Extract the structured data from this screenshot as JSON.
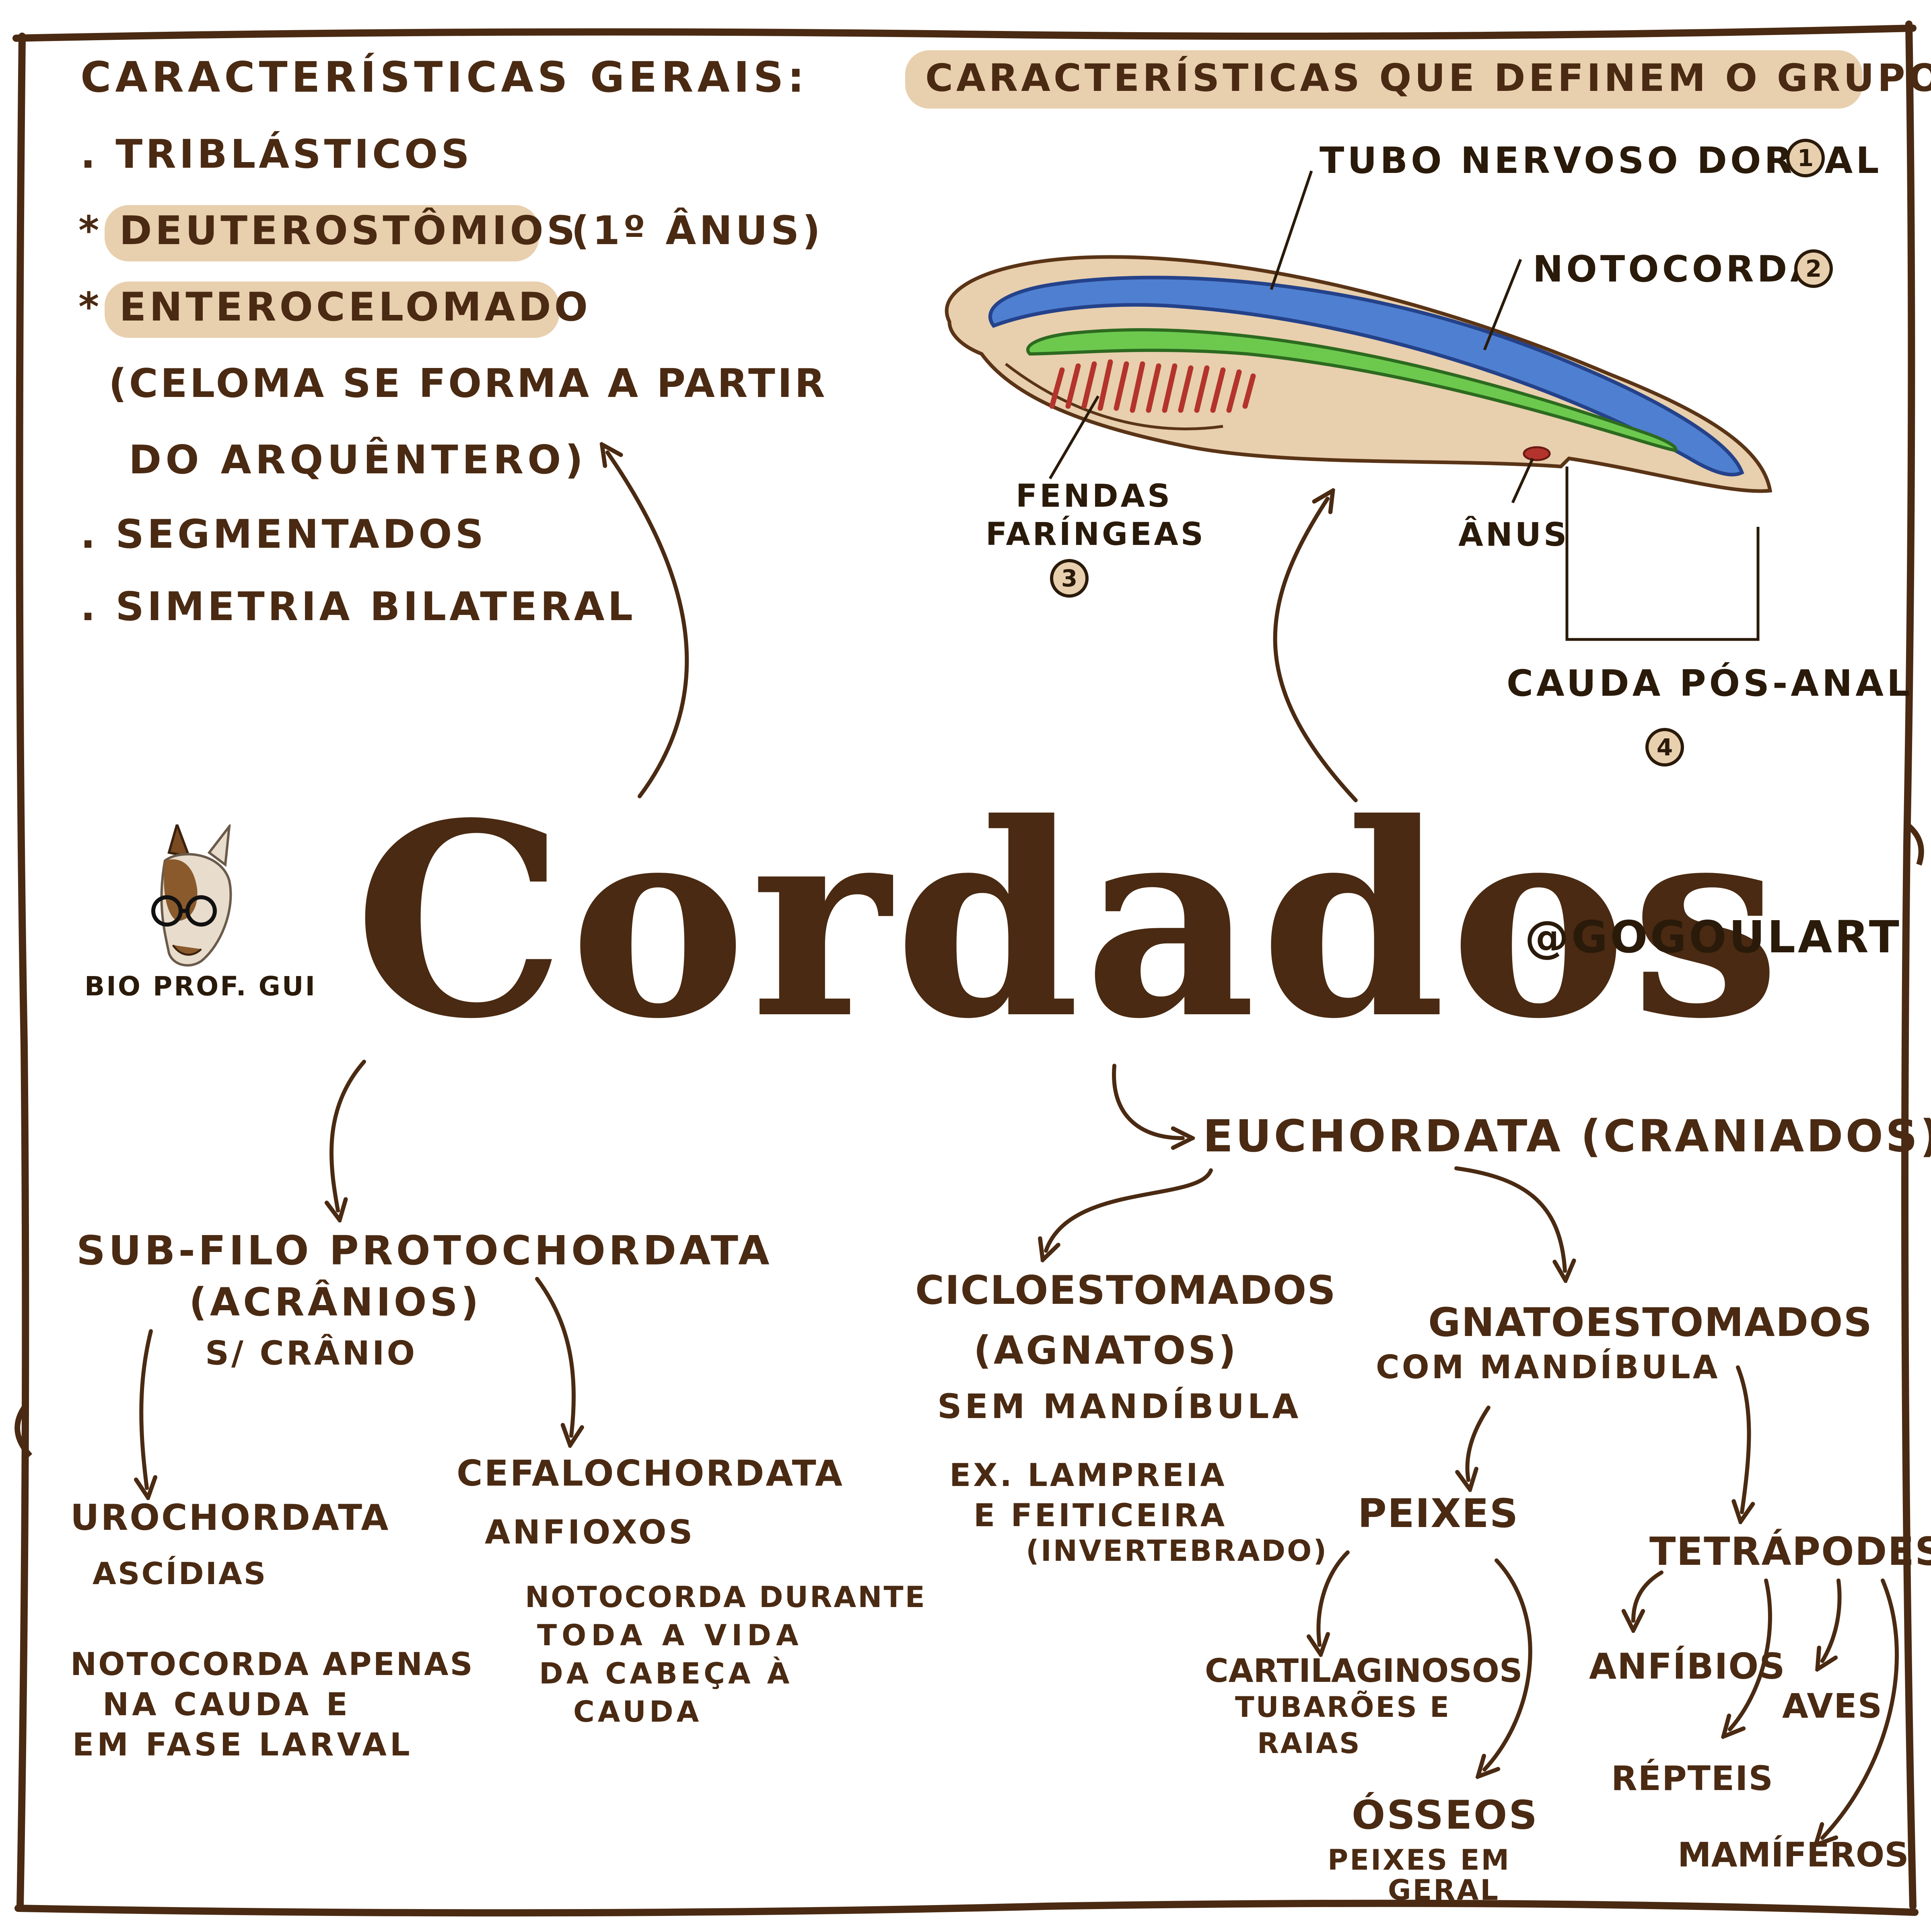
{
  "general": {
    "title": "CARACTERÍSTICAS GERAIS:",
    "items": [
      ". TRIBLÁSTICOS",
      "* DEUTEROSTÔMIOS",
      "(1º ÂNUS)",
      "* ENTEROCELOMADO",
      "(CELOMA SE FORMA A PARTIR",
      "DO ARQUÊNTERO)",
      ". SEGMENTADOS",
      ". SIMETRIA BILATERAL"
    ]
  },
  "defining": {
    "title": "CARACTERÍSTICAS QUE DEFINEM O GRUPO:",
    "tubo": "TUBO NERVOSO DORSAL",
    "tubo_num": "1",
    "notocorda": "NOTOCORDA",
    "notocorda_num": "2",
    "fendas_1": "FENDAS",
    "fendas_2": "FARÍNGEAS",
    "fendas_num": "3",
    "anus": "ÂNUS",
    "cauda": "CAUDA PÓS-ANAL",
    "cauda_num": "4"
  },
  "center": {
    "title": "Cordados",
    "handle": "@GOGOULART",
    "logo_caption": "BIO PROF. GUI"
  },
  "proto": {
    "title": "SUB-FILO PROTOCHORDATA",
    "subtitle": "(ACRÂNIOS)",
    "note": "S/ CRÂNIO",
    "uro": {
      "title": "UROCHORDATA",
      "example": "ASCÍDIAS",
      "desc": [
        "NOTOCORDA APENAS",
        "NA CAUDA E",
        "EM FASE LARVAL"
      ]
    },
    "cefalo": {
      "title": "CEFALOCHORDATA",
      "example": "ANFIOXOS",
      "desc": [
        "NOTOCORDA DURANTE",
        "TODA A VIDA",
        "DA CABEÇA À",
        "CAUDA"
      ]
    }
  },
  "eu": {
    "title": "EUCHORDATA (CRANIADOS)",
    "ciclo": {
      "title": "CICLOESTOMADOS",
      "subtitle": "(AGNATOS)",
      "note": "SEM MANDÍBULA",
      "ex": [
        "EX. LAMPREIA",
        "E FEITICEIRA",
        "(INVERTEBRADO)"
      ]
    },
    "gnato": {
      "title": "GNATOESTOMADOS",
      "note": "COM MANDÍBULA",
      "peixes": "PEIXES",
      "cart": {
        "title": "CARTILAGINOSOS",
        "desc": [
          "TUBARÕES E",
          "RAIAS"
        ]
      },
      "osseos": {
        "title": "ÓSSEOS",
        "desc": [
          "PEIXES EM",
          "GERAL"
        ]
      },
      "tetra": "TETRÁPODES",
      "anfibios": "ANFÍBIOS",
      "aves": "AVES",
      "repteis": "RÉPTEIS",
      "mamiferos": "MAMÍFEROS"
    }
  },
  "colors": {
    "ink": "#4a2a12",
    "highlight": "#e8cfae",
    "body": "#e8cfae",
    "nerve": "#4f7fd0",
    "notochord": "#6cc94e",
    "gills": "#b3342c"
  }
}
